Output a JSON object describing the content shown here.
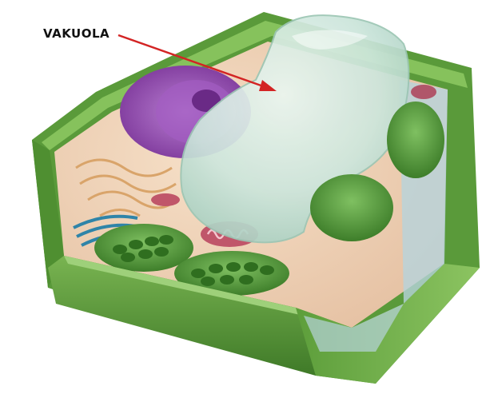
{
  "diagram": {
    "subject": "plant-cell",
    "labels": [
      {
        "id": "vacuole",
        "text": "VAKUOLA"
      }
    ]
  },
  "colors": {
    "cell_wall": "#5a9a3a",
    "cell_wall_dark": "#3f7a28",
    "cytoplasm": "#f0d2b8",
    "vacuole": "#cfe7de",
    "nucleus": "#9a4fb6",
    "chloroplast": "#4f9a3a",
    "mitochondrion": "#c0566a",
    "arrow": "#d32424",
    "label": "#111111"
  }
}
